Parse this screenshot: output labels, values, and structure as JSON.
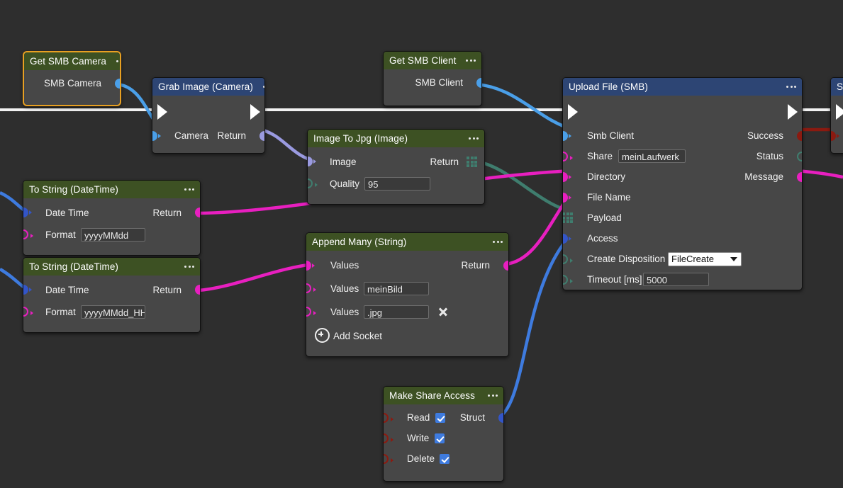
{
  "app": {
    "type": "visual-node-graph-editor",
    "background_color": "#2e2e2e",
    "node_body_color": "#474747",
    "header_green": "#3d5123",
    "header_blue": "#2d4574",
    "selection_color": "#e8a022"
  },
  "palette": {
    "pin_blue": "#4a9fe8",
    "pin_indigo": "#3355c8",
    "pin_lavender": "#9a9ae0",
    "pin_magenta": "#e81fc0",
    "pin_teal": "#3f7d6e",
    "pin_darkred": "#8b1a10",
    "pin_red_hollow": "#8b1a10",
    "wire_white": "#f2f2f2",
    "wire_blue": "#3e7bdf",
    "wire_lightblue": "#4a9fe8",
    "wire_magenta": "#e81fc0",
    "wire_teal": "#3f7d6e",
    "wire_darkred": "#8b1a10",
    "wire_lavender": "#9a9ae0",
    "checkbox_blue": "#3e7bdf"
  },
  "nodes": [
    {
      "id": "get-smb-camera",
      "title": "Get SMB Camera",
      "header": "green",
      "selected": true,
      "menu": "•••",
      "rows": [
        {
          "kind": "out",
          "label": "SMB Camera",
          "pin": "blue",
          "pin_style": "solid"
        }
      ]
    },
    {
      "id": "grab-image-camera",
      "title": "Grab Image (Camera)",
      "header": "blue",
      "selected": false,
      "menu": "•••",
      "rows": [
        {
          "kind": "exec",
          "label": "",
          "label_out": ""
        },
        {
          "kind": "inout",
          "label": "Camera",
          "pin": "blue",
          "pin_style": "solid",
          "label_out": "Return",
          "pin_out": "lavender",
          "pin_out_style": "solid"
        }
      ]
    },
    {
      "id": "get-smb-client",
      "title": "Get SMB Client",
      "header": "green",
      "selected": false,
      "menu": "•••",
      "rows": [
        {
          "kind": "out",
          "label": "SMB Client",
          "pin": "blue",
          "pin_style": "solid"
        }
      ]
    },
    {
      "id": "image-to-jpg",
      "title": "Image To Jpg (Image)",
      "header": "green",
      "selected": false,
      "menu": "•••",
      "rows": [
        {
          "kind": "inout",
          "label": "Image",
          "pin": "lavender",
          "pin_style": "solid",
          "label_out": "Return",
          "pin_out": "array",
          "pin_out_style": "grid"
        },
        {
          "kind": "in-field",
          "label": "Quality",
          "pin": "teal",
          "pin_style": "hollow",
          "value": "95"
        }
      ]
    },
    {
      "id": "to-string-datetime-1",
      "title": "To String (DateTime)",
      "header": "green",
      "selected": false,
      "menu": "•••",
      "rows": [
        {
          "kind": "inout",
          "label": "Date Time",
          "pin": "indigo",
          "pin_style": "solid",
          "label_out": "Return",
          "pin_out": "magenta",
          "pin_out_style": "solid"
        },
        {
          "kind": "in-field",
          "label": "Format",
          "pin": "magenta",
          "pin_style": "hollow",
          "value": "yyyyMMdd"
        }
      ]
    },
    {
      "id": "to-string-datetime-2",
      "title": "To String (DateTime)",
      "header": "green",
      "selected": false,
      "menu": "•••",
      "rows": [
        {
          "kind": "inout",
          "label": "Date Time",
          "pin": "indigo",
          "pin_style": "solid",
          "label_out": "Return",
          "pin_out": "magenta",
          "pin_out_style": "solid"
        },
        {
          "kind": "in-field",
          "label": "Format",
          "pin": "magenta",
          "pin_style": "hollow",
          "value": "yyyyMMdd_HH"
        }
      ]
    },
    {
      "id": "append-many-string",
      "title": "Append Many (String)",
      "header": "green",
      "selected": false,
      "menu": "•••",
      "rows": [
        {
          "kind": "inout",
          "label": "Values",
          "pin": "magenta",
          "pin_style": "solid",
          "label_out": "Return",
          "pin_out": "magenta",
          "pin_out_style": "solid"
        },
        {
          "kind": "in-field",
          "label": "Values",
          "pin": "magenta",
          "pin_style": "hollow",
          "value": "meinBild"
        },
        {
          "kind": "in-field-x",
          "label": "Values",
          "pin": "magenta",
          "pin_style": "hollow",
          "value": ".jpg",
          "remove": "remove-socket"
        },
        {
          "kind": "add",
          "label": "Add Socket"
        }
      ]
    },
    {
      "id": "upload-file-smb",
      "title": "Upload File (SMB)",
      "header": "blue",
      "selected": false,
      "menu": "•••",
      "rows": [
        {
          "kind": "exec",
          "label": "",
          "label_out": ""
        },
        {
          "kind": "inout",
          "label": "Smb Client",
          "pin": "blue",
          "pin_style": "solid",
          "label_out": "Success",
          "pin_out": "darkred",
          "pin_out_style": "solid"
        },
        {
          "kind": "in-field-out",
          "label": "Share",
          "pin": "magenta",
          "pin_style": "hollow",
          "value": "meinLaufwerk",
          "label_out": "Status",
          "pin_out": "teal",
          "pin_out_style": "hollow"
        },
        {
          "kind": "inout",
          "label": "Directory",
          "pin": "magenta",
          "pin_style": "solid",
          "label_out": "Message",
          "pin_out": "magenta",
          "pin_out_style": "solid"
        },
        {
          "kind": "in",
          "label": "File Name",
          "pin": "magenta",
          "pin_style": "solid"
        },
        {
          "kind": "in",
          "label": "Payload",
          "pin": "array",
          "pin_style": "grid"
        },
        {
          "kind": "in",
          "label": "Access",
          "pin": "indigo",
          "pin_style": "solid"
        },
        {
          "kind": "in-select",
          "label": "Create Disposition",
          "pin": "teal",
          "pin_style": "hollow",
          "value": "FileCreate"
        },
        {
          "kind": "in-field",
          "label": "Timeout [ms]",
          "pin": "teal",
          "pin_style": "hollow",
          "value": "5000"
        }
      ]
    },
    {
      "id": "make-share-access",
      "title": "Make Share Access",
      "header": "green",
      "selected": false,
      "menu": "•••",
      "rows": [
        {
          "kind": "check-out",
          "label": "Read",
          "pin": "darkred",
          "pin_style": "hollow",
          "checked": true,
          "label_out": "Struct",
          "pin_out": "indigo",
          "pin_out_style": "solid"
        },
        {
          "kind": "check",
          "label": "Write",
          "pin": "darkred",
          "pin_style": "hollow",
          "checked": true
        },
        {
          "kind": "check",
          "label": "Delete",
          "pin": "darkred",
          "pin_style": "hollow",
          "checked": true
        }
      ]
    },
    {
      "id": "offscreen-right-node",
      "title": "S",
      "header": "blue",
      "selected": false,
      "menu": "",
      "rows": [
        {
          "kind": "exec",
          "label": "",
          "label_out": ""
        },
        {
          "kind": "in",
          "label": "",
          "pin": "darkred",
          "pin_style": "solid"
        }
      ]
    }
  ],
  "labels": {
    "add_socket": "Add Socket",
    "menu_dots": "•••"
  }
}
